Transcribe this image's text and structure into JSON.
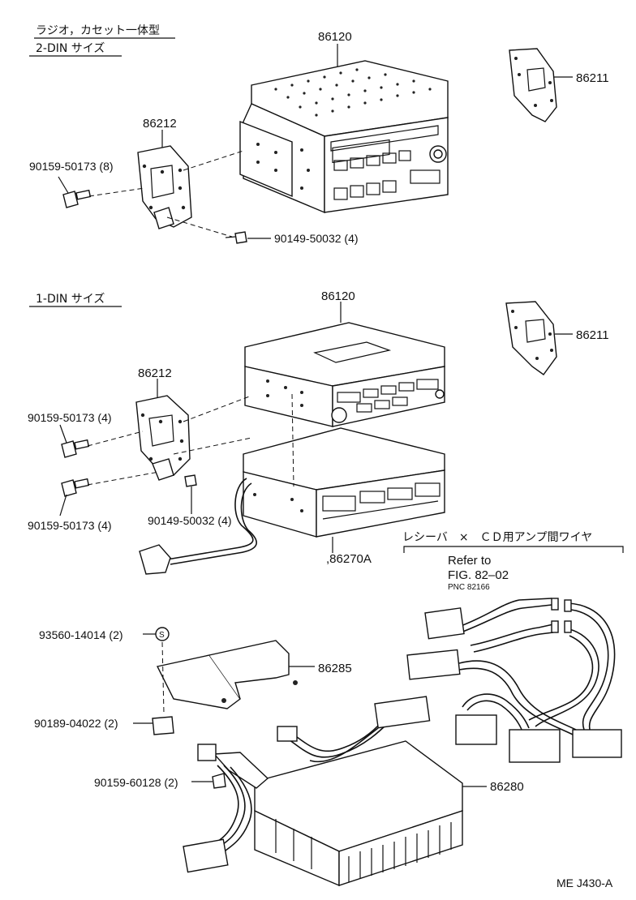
{
  "headings": {
    "radio_cassette": "ラジオ，カセット一体型",
    "din2": "2-DIN サイズ",
    "din1": "1-DIN サイズ",
    "wire_note": "レシーバ　×　ＣＤ用アンプ間ワイヤ"
  },
  "callouts": {
    "p86120_top": "86120",
    "p86211_top": "86211",
    "p86212_top": "86212",
    "p90159_top": "90159-50173 (8)",
    "p90149_top": "90149-50032 (4)",
    "p86120_mid": "86120",
    "p86211_mid": "86211",
    "p86212_mid": "86212",
    "p90159_mid1": "90159-50173 (4)",
    "p90159_mid2": "90159-50173 (4)",
    "p90149_mid": "90149-50032 (4)",
    "p86270A": ",86270A",
    "p93560": "93560-14014 (2)",
    "p86285": "86285",
    "p90189": "90189-04022 (2)",
    "p90159_bot": "90159-60128 (2)",
    "p86280": "86280"
  },
  "reference": {
    "refer_to": "Refer to",
    "fig": "FIG. 82–02",
    "pnc": "PNC 82166"
  },
  "footer": {
    "code": "ME J430-A"
  },
  "colors": {
    "ink": "#111111",
    "paper": "#ffffff"
  }
}
